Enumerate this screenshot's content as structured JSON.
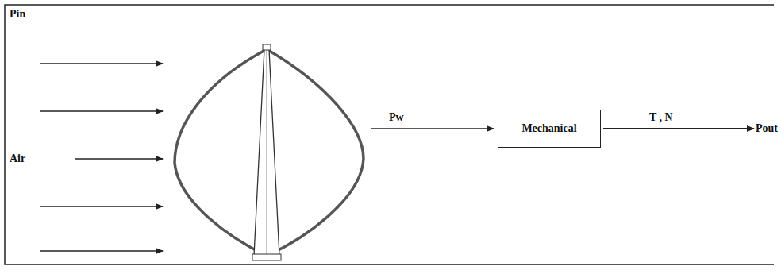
{
  "diagram": {
    "nodes": [
      {
        "text": [
          "Mechanical"
        ]
      }
    ],
    "labels": [
      "Pin",
      "Air",
      "Pw",
      "T , N",
      "Pout"
    ]
  }
}
